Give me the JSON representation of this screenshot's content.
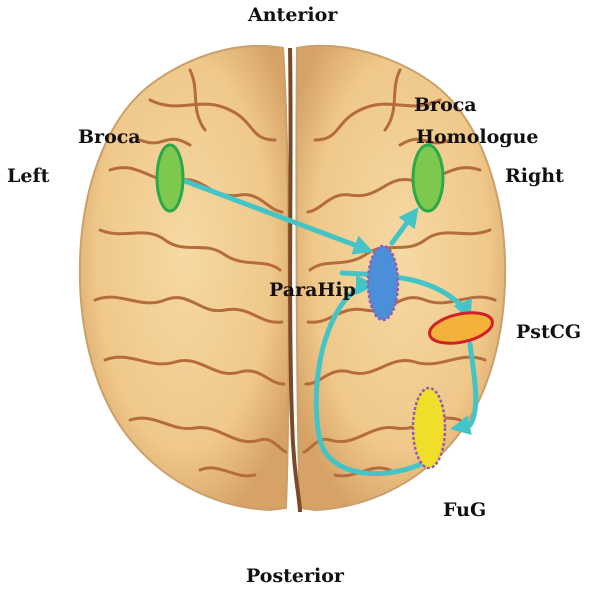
{
  "labels": {
    "anterior": "Anterior",
    "posterior": "Posterior",
    "left": "Left",
    "right": "Right",
    "broca": "Broca",
    "broca_homologue_line1": "Broca",
    "broca_homologue_line2": "Homologue",
    "parahip": "ParaHip",
    "pstcg": "PstCG",
    "fug": "FuG"
  },
  "colors": {
    "brain_fill": "#f0cc90",
    "brain_shadow": "#d9a865",
    "sulci": "#b56c3c",
    "arrow": "#45c4c8",
    "broca_fill": "#7ec850",
    "broca_stroke": "#2aa84a",
    "parahip_fill": "#4a8fd8",
    "parahip_stroke": "#9a5ab0",
    "pstcg_fill": "#f5b23a",
    "pstcg_stroke": "#d0202a",
    "fug_fill": "#f1de2a",
    "fug_stroke": "#9a5ab0"
  }
}
